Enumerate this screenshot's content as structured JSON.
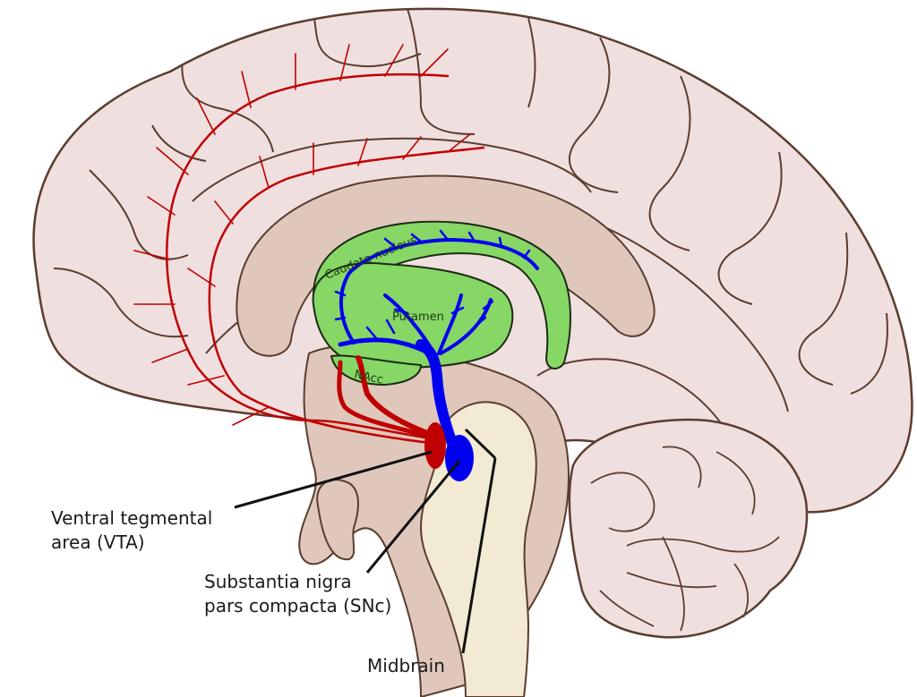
{
  "diagram": {
    "title": "Dopaminergic pathways from midbrain (sagittal brain section)",
    "colors": {
      "cortex": "#f0dfdf",
      "outline": "#5a3d2f",
      "inner_region": "#dfc8bb",
      "brainstem": "#f2ead3",
      "striatum": "#86d766",
      "vta_mesolimbic": "#c00000",
      "snc_nigrostriatal": "#0000ee"
    },
    "structure_labels": {
      "caudate": "Caudate nucleus",
      "putamen": "Putamen",
      "nacc": "NAcc"
    },
    "callouts": {
      "vta_line1": "Ventral tegmental",
      "vta_line2": "area (VTA)",
      "snc_line1": "Substantia nigra",
      "snc_line2": "pars compacta (SNc)",
      "midbrain": "Midbrain"
    }
  }
}
